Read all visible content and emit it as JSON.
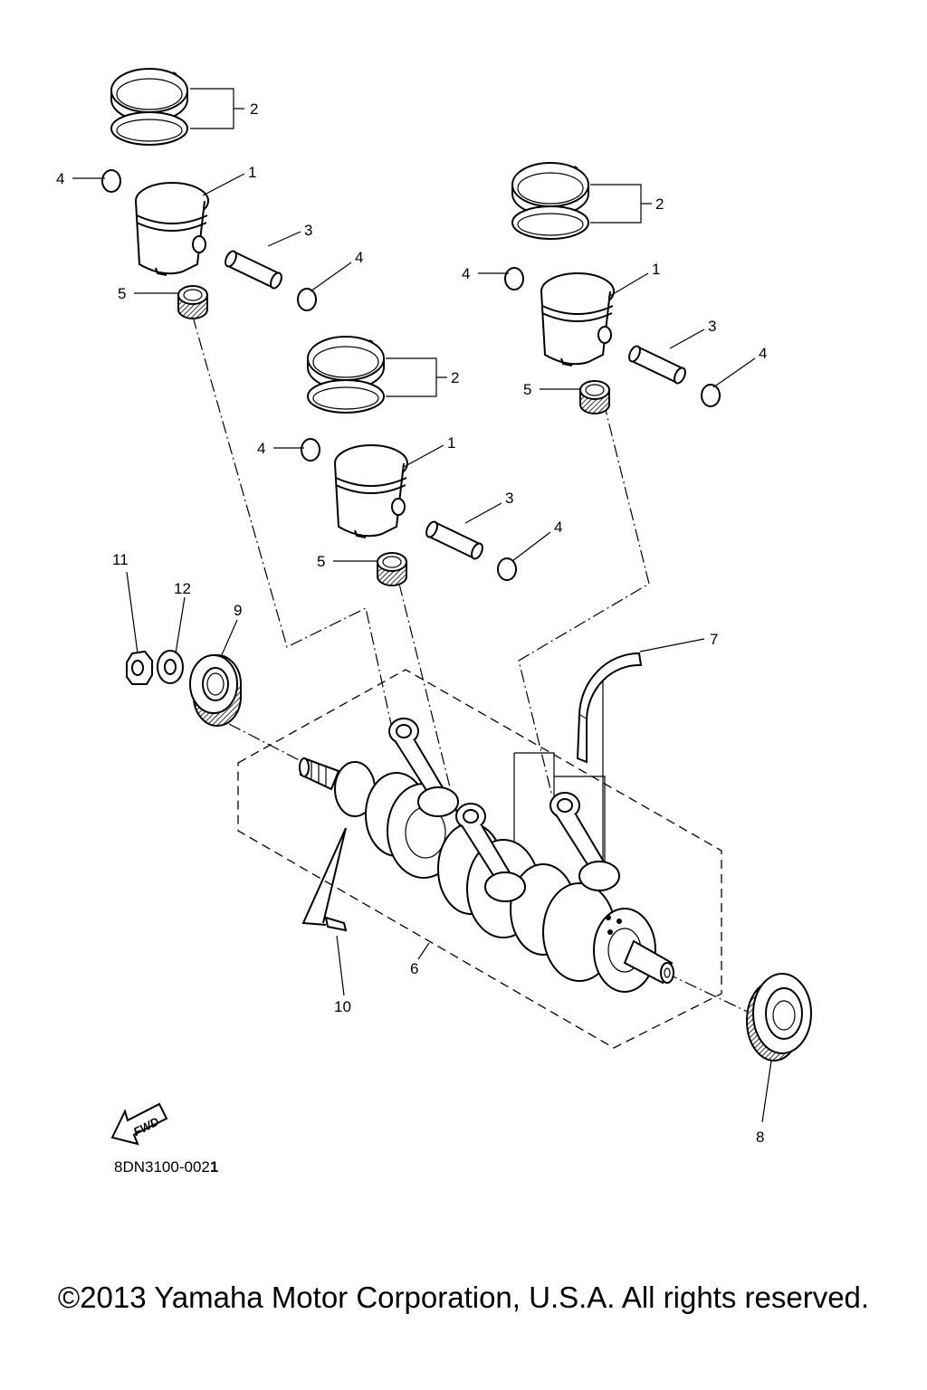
{
  "callouts": {
    "piston": "1",
    "piston_ring_set": "2",
    "piston_pin": "3",
    "piston_pin_clip": "4",
    "bearing": "5",
    "crankshaft_assy": "6",
    "crank_seal_ring": "7",
    "oil_seal_rear": "8",
    "oil_seal_front": "9",
    "woodruff_key": "10",
    "nut": "11",
    "washer": "12"
  },
  "diagram_code": {
    "prefix": "8DN3100-002",
    "suffix": "1"
  },
  "fwd_label": "FWD",
  "copyright": "©2013 Yamaha Motor Corporation, U.S.A. All rights reserved."
}
